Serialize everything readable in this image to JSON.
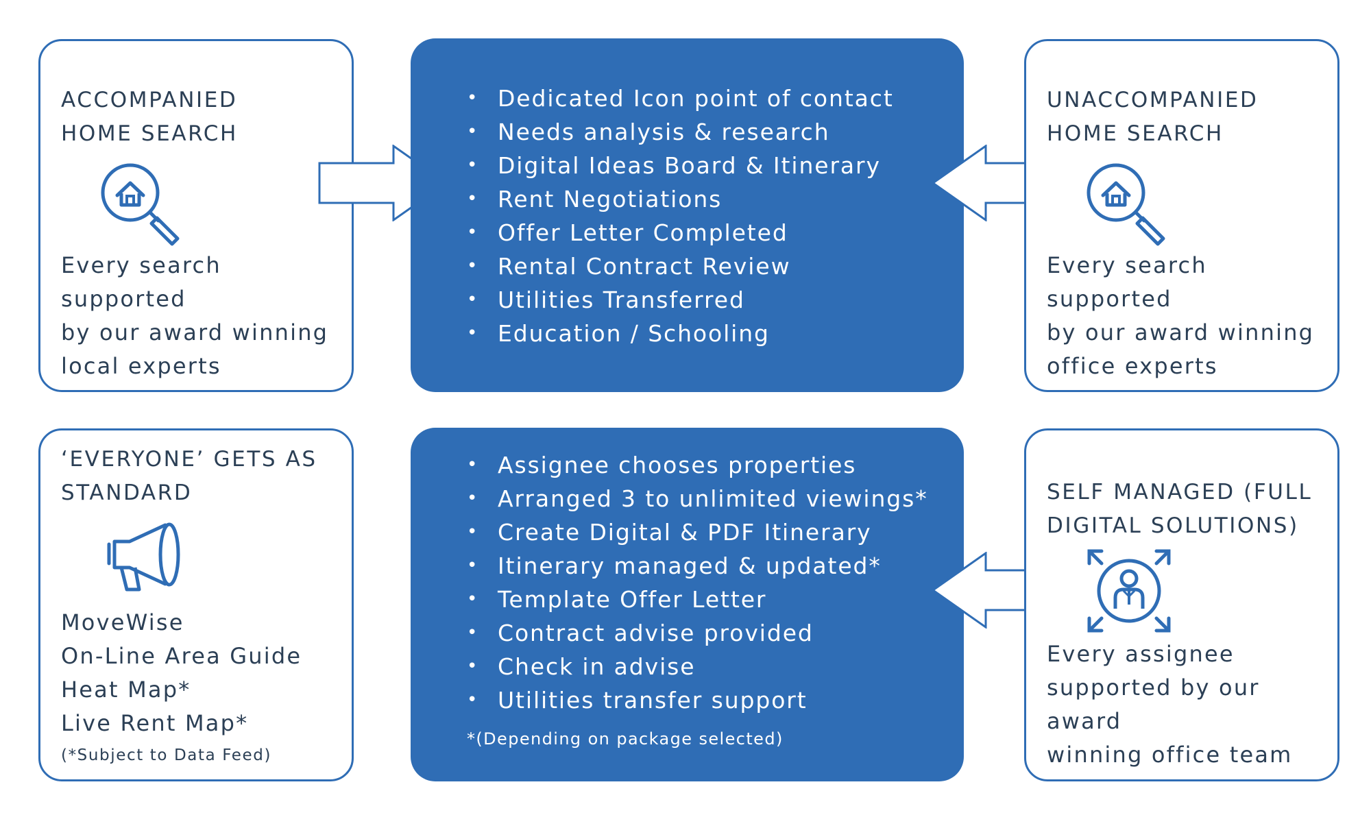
{
  "accompanied": {
    "heading": [
      "ACCOMPANIED",
      "HOME SEARCH"
    ],
    "icon": "house-search-icon",
    "body": [
      "Every search supported",
      "by our award winning",
      "local experts"
    ]
  },
  "unaccompanied": {
    "heading": [
      "UNACCOMPANIED",
      "HOME SEARCH"
    ],
    "icon": "house-search-icon",
    "body": [
      "Every search supported",
      "by our award winning",
      "office experts"
    ]
  },
  "everyone": {
    "heading": [
      "‘EVERYONE’ GETS AS",
      "STANDARD"
    ],
    "icon": "megaphone-icon",
    "body": [
      "MoveWise",
      "On-Line Area Guide",
      "Heat Map*",
      "Live Rent Map*"
    ],
    "note": "(*Subject to Data Feed)"
  },
  "self_managed": {
    "heading": [
      "SELF MANAGED (FULL",
      "DIGITAL SOLUTIONS)"
    ],
    "icon": "person-expand-icon",
    "body": [
      "Every assignee",
      "supported by our award",
      "winning office team"
    ]
  },
  "top_panel": {
    "items": [
      "Dedicated Icon point of contact",
      "Needs analysis & research",
      "Digital Ideas Board & Itinerary",
      "Rent Negotiations",
      "Offer Letter Completed",
      "Rental Contract Review",
      "Utilities Transferred",
      "Education / Schooling"
    ]
  },
  "bottom_panel": {
    "items": [
      "Assignee chooses properties",
      "Arranged 3 to unlimited viewings*",
      "Create Digital & PDF Itinerary",
      "Itinerary managed & updated*",
      "Template Offer Letter",
      "Contract advise provided",
      "Check in advise",
      "Utilities transfer support"
    ],
    "footnote": "*(Depending on package selected)"
  },
  "colors": {
    "accent": "#2f6db5",
    "text": "#2b3f55",
    "panel_text": "#ffffff"
  }
}
